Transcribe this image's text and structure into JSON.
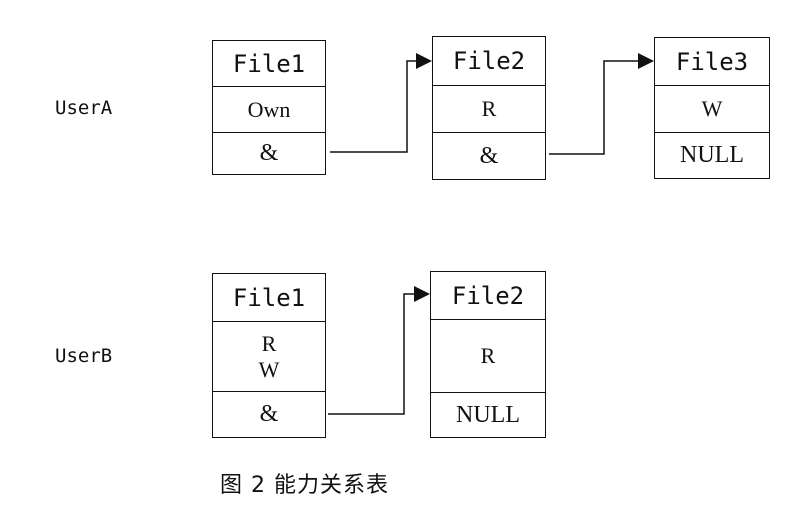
{
  "caption": "图 2 能力关系表",
  "users": [
    {
      "label": "UserA",
      "nodes": [
        {
          "file": "File1",
          "perms": [
            "Own"
          ],
          "next": "&"
        },
        {
          "file": "File2",
          "perms": [
            "R"
          ],
          "next": "&"
        },
        {
          "file": "File3",
          "perms": [
            "W"
          ],
          "next": "NULL"
        }
      ]
    },
    {
      "label": "UserB",
      "nodes": [
        {
          "file": "File1",
          "perms": [
            "R",
            "W"
          ],
          "next": "&"
        },
        {
          "file": "File2",
          "perms": [
            "R"
          ],
          "next": "NULL"
        }
      ]
    }
  ]
}
